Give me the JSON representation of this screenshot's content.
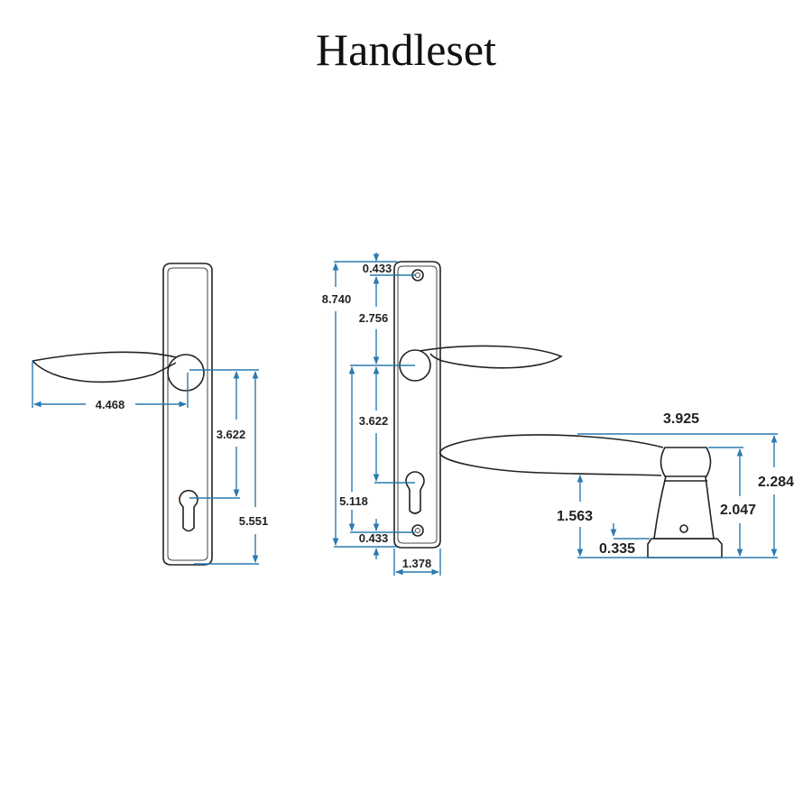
{
  "title": "Handleset",
  "colors": {
    "outline": "#222222",
    "dimension": "#2a7ab0"
  },
  "front_view": {
    "lever_length": "4.468",
    "lever_to_keyhole": "3.622",
    "lever_to_bottom": "5.551"
  },
  "back_view": {
    "overall_height": "8.740",
    "top_screw_offset": "0.433",
    "screw_to_lever": "2.756",
    "lever_to_keyhole": "3.622",
    "lever_to_bottom_screw": "5.118",
    "bottom_screw_offset": "0.433",
    "plate_width": "1.378"
  },
  "side_view": {
    "lever_projection": "3.925",
    "overall_height": "2.284",
    "rose_height": "2.047",
    "lever_clearance": "1.563",
    "base_height": "0.335"
  }
}
